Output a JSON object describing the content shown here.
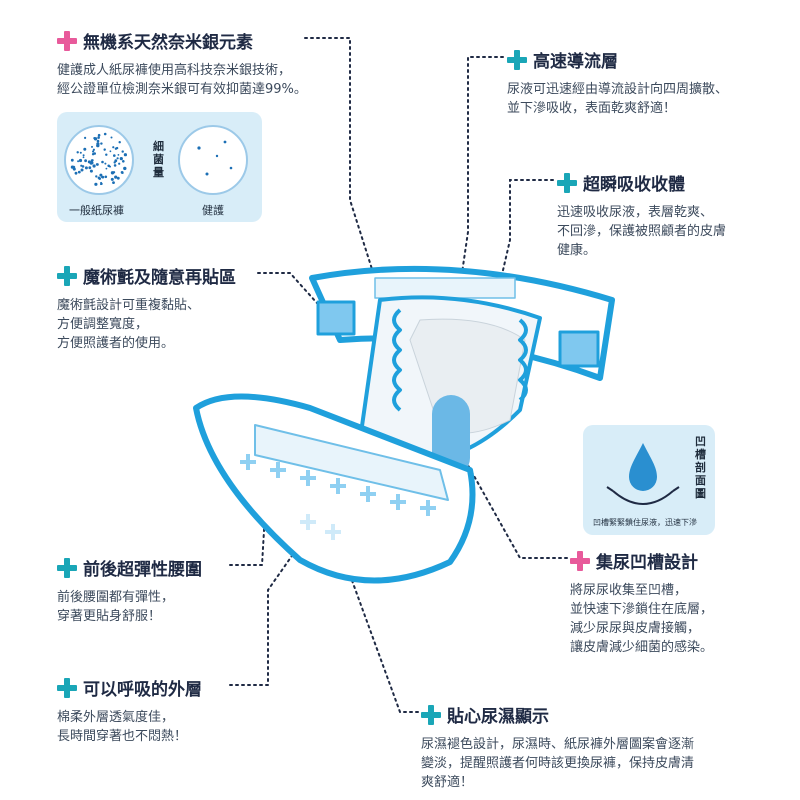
{
  "colors": {
    "pink": "#e85a9b",
    "teal": "#1aa6b7",
    "blue": "#1fa0dc",
    "panel": "#d8edf8",
    "dot": "#1c6fb5"
  },
  "features": [
    {
      "id": "nano-silver",
      "icon": "pink-plus-icon",
      "title": "無機系天然奈米銀元素",
      "desc": "健護成人紙尿褲使用高科技奈米銀技術，\n經公證單位檢測奈米銀可有效抑菌達99%。"
    },
    {
      "id": "fast-layer",
      "icon": "teal-plus-icon",
      "title": "高速導流層",
      "desc": "尿液可迅速經由導流設計向四周擴散、\n並下滲吸收，表面乾爽舒適！"
    },
    {
      "id": "absorb",
      "icon": "teal-plus-icon",
      "title": "超瞬吸收收體",
      "desc": "迅速吸收尿液，表層乾爽、\n不回滲，保護被照顧者的皮膚\n健康。"
    },
    {
      "id": "velcro",
      "icon": "teal-plus-icon",
      "title": "魔術氈及隨意再貼區",
      "desc": "魔術氈設計可重複黏貼、\n方便調整寬度，\n方便照護者的使用。"
    },
    {
      "id": "waist",
      "icon": "teal-plus-icon",
      "title": "前後超彈性腰圍",
      "desc": "前後腰圍都有彈性，\n穿著更貼身舒服！"
    },
    {
      "id": "groove",
      "icon": "pink-plus-icon",
      "title": "集尿凹槽設計",
      "desc": "將尿尿收集至凹槽，\n並快速下滲鎖住在底層，\n減少尿尿與皮膚接觸，\n讓皮膚減少細菌的感染。"
    },
    {
      "id": "breathable",
      "icon": "teal-plus-icon",
      "title": "可以呼吸的外層",
      "desc": "棉柔外層透氣度佳，\n長時間穿著也不悶熱！"
    },
    {
      "id": "wetness",
      "icon": "teal-plus-icon",
      "title": "貼心尿濕顯示",
      "desc": "尿濕褪色設計，尿濕時、紙尿褲外層圖案會逐漸\n變淡，提醒照護者何時該更換尿褲，保持皮膚清\n爽舒適！"
    }
  ],
  "bacteria_panel": {
    "label_left": "一般紙尿褲",
    "label_right": "健護",
    "center_label": "細菌量"
  },
  "groove_panel": {
    "side_label": "凹槽剖面圖",
    "caption": "凹槽緊緊鎖住尿液，迅速下滲"
  }
}
